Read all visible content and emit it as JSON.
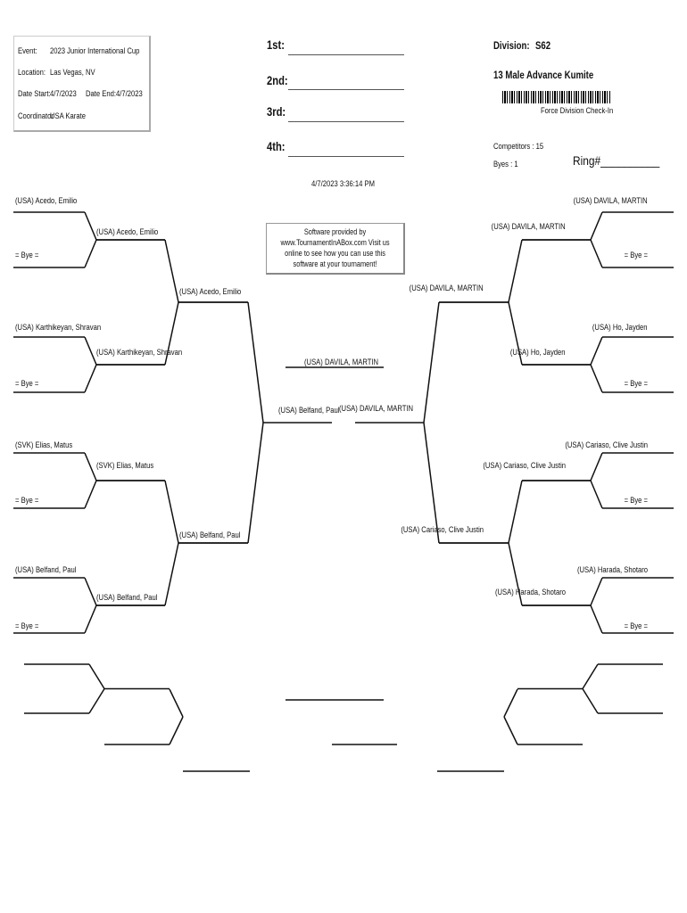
{
  "event_info": {
    "event_label": "Event:",
    "event": "2023 Junior International Cup",
    "location_label": "Location:",
    "location": "Las Vegas, NV",
    "date_start_label": "Date Start:",
    "date_start": "4/7/2023",
    "date_end_label": "Date End:",
    "date_end": "4/7/2023",
    "coordinator_label": "Coordinator",
    "coordinator": "USA Karate"
  },
  "placings": {
    "first": "1st:",
    "second": "2nd:",
    "third": "3rd:",
    "fourth": "4th:"
  },
  "printed_at": "4/7/2023 3:36:14 PM",
  "division": {
    "label": "Division:",
    "code": "S62",
    "name": "13 Male Advance Kumite",
    "barcode_caption": "Force Division Check-In",
    "competitors": "Competitors : 15",
    "byes": "Byes : 1",
    "ring": "Ring#__________"
  },
  "ad_text": "Software provided by www.TournamentInABox.com Visit us online to see how you can use this software at your tournament!",
  "left": {
    "r1": [
      "(USA) Acedo, Emilio",
      "= Bye =",
      "(USA) Karthikeyan, Shravan",
      "= Bye =",
      "(SVK) Elias, Matus",
      "= Bye =",
      "(USA) Belfand, Paul",
      "= Bye ="
    ],
    "r2": [
      "(USA) Acedo, Emilio",
      "(USA) Karthikeyan, Shravan",
      "(SVK) Elias, Matus",
      "(USA) Belfand, Paul"
    ],
    "r3": [
      "(USA) Acedo, Emilio",
      "(USA) Belfand, Paul"
    ],
    "semi": "(USA) Belfand, Paul"
  },
  "right": {
    "r1": [
      "(USA) DAVILA, MARTIN",
      "= Bye =",
      "(USA) Ho, Jayden",
      "= Bye =",
      "(USA) Cariaso, Clive Justin",
      "= Bye =",
      "(USA) Harada, Shotaro",
      "= Bye ="
    ],
    "r2": [
      "(USA) DAVILA, MARTIN",
      "(USA) Ho, Jayden",
      "(USA) Cariaso, Clive Justin",
      "(USA) Harada, Shotaro"
    ],
    "r3": [
      "(USA) DAVILA, MARTIN",
      "(USA) Cariaso, Clive Justin"
    ],
    "semi": "(USA) DAVILA, MARTIN"
  },
  "champion": "(USA) DAVILA, MARTIN"
}
